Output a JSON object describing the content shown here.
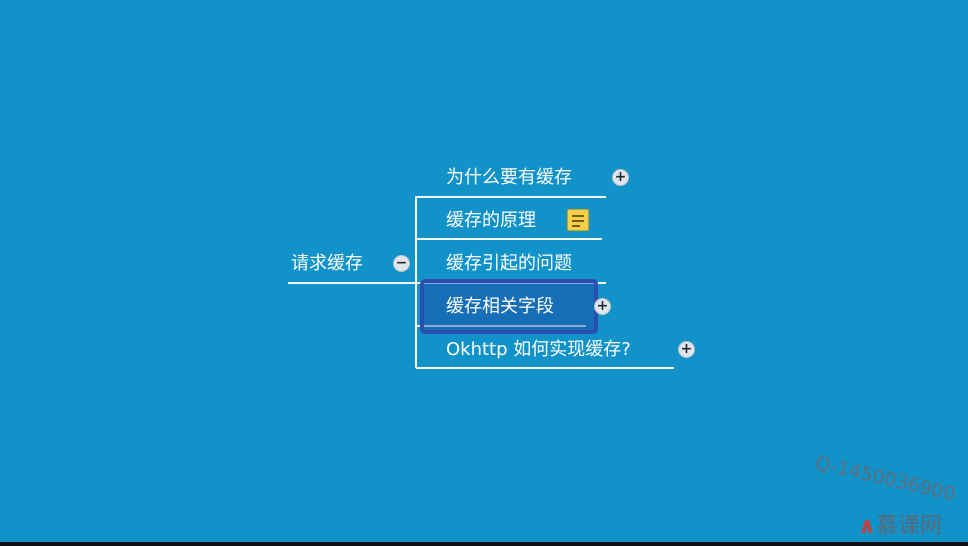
{
  "mindmap": {
    "root": {
      "label": "请求缓存",
      "toggle": "−"
    },
    "children": [
      {
        "label": "为什么要有缓存",
        "toggle": "+"
      },
      {
        "label": "缓存的原理",
        "icon": "note-icon"
      },
      {
        "label": "缓存引起的问题"
      },
      {
        "label": "缓存相关字段",
        "toggle": "+",
        "selected": true
      },
      {
        "label": "Okhttp 如何实现缓存?",
        "toggle": "+"
      }
    ]
  },
  "watermark": "Q-1450036900",
  "logo": {
    "mark": "∧",
    "text": "慕课网"
  },
  "colors": {
    "background": "#1192c8",
    "line": "#f4f8fb",
    "highlight": "#2c4cb0"
  }
}
